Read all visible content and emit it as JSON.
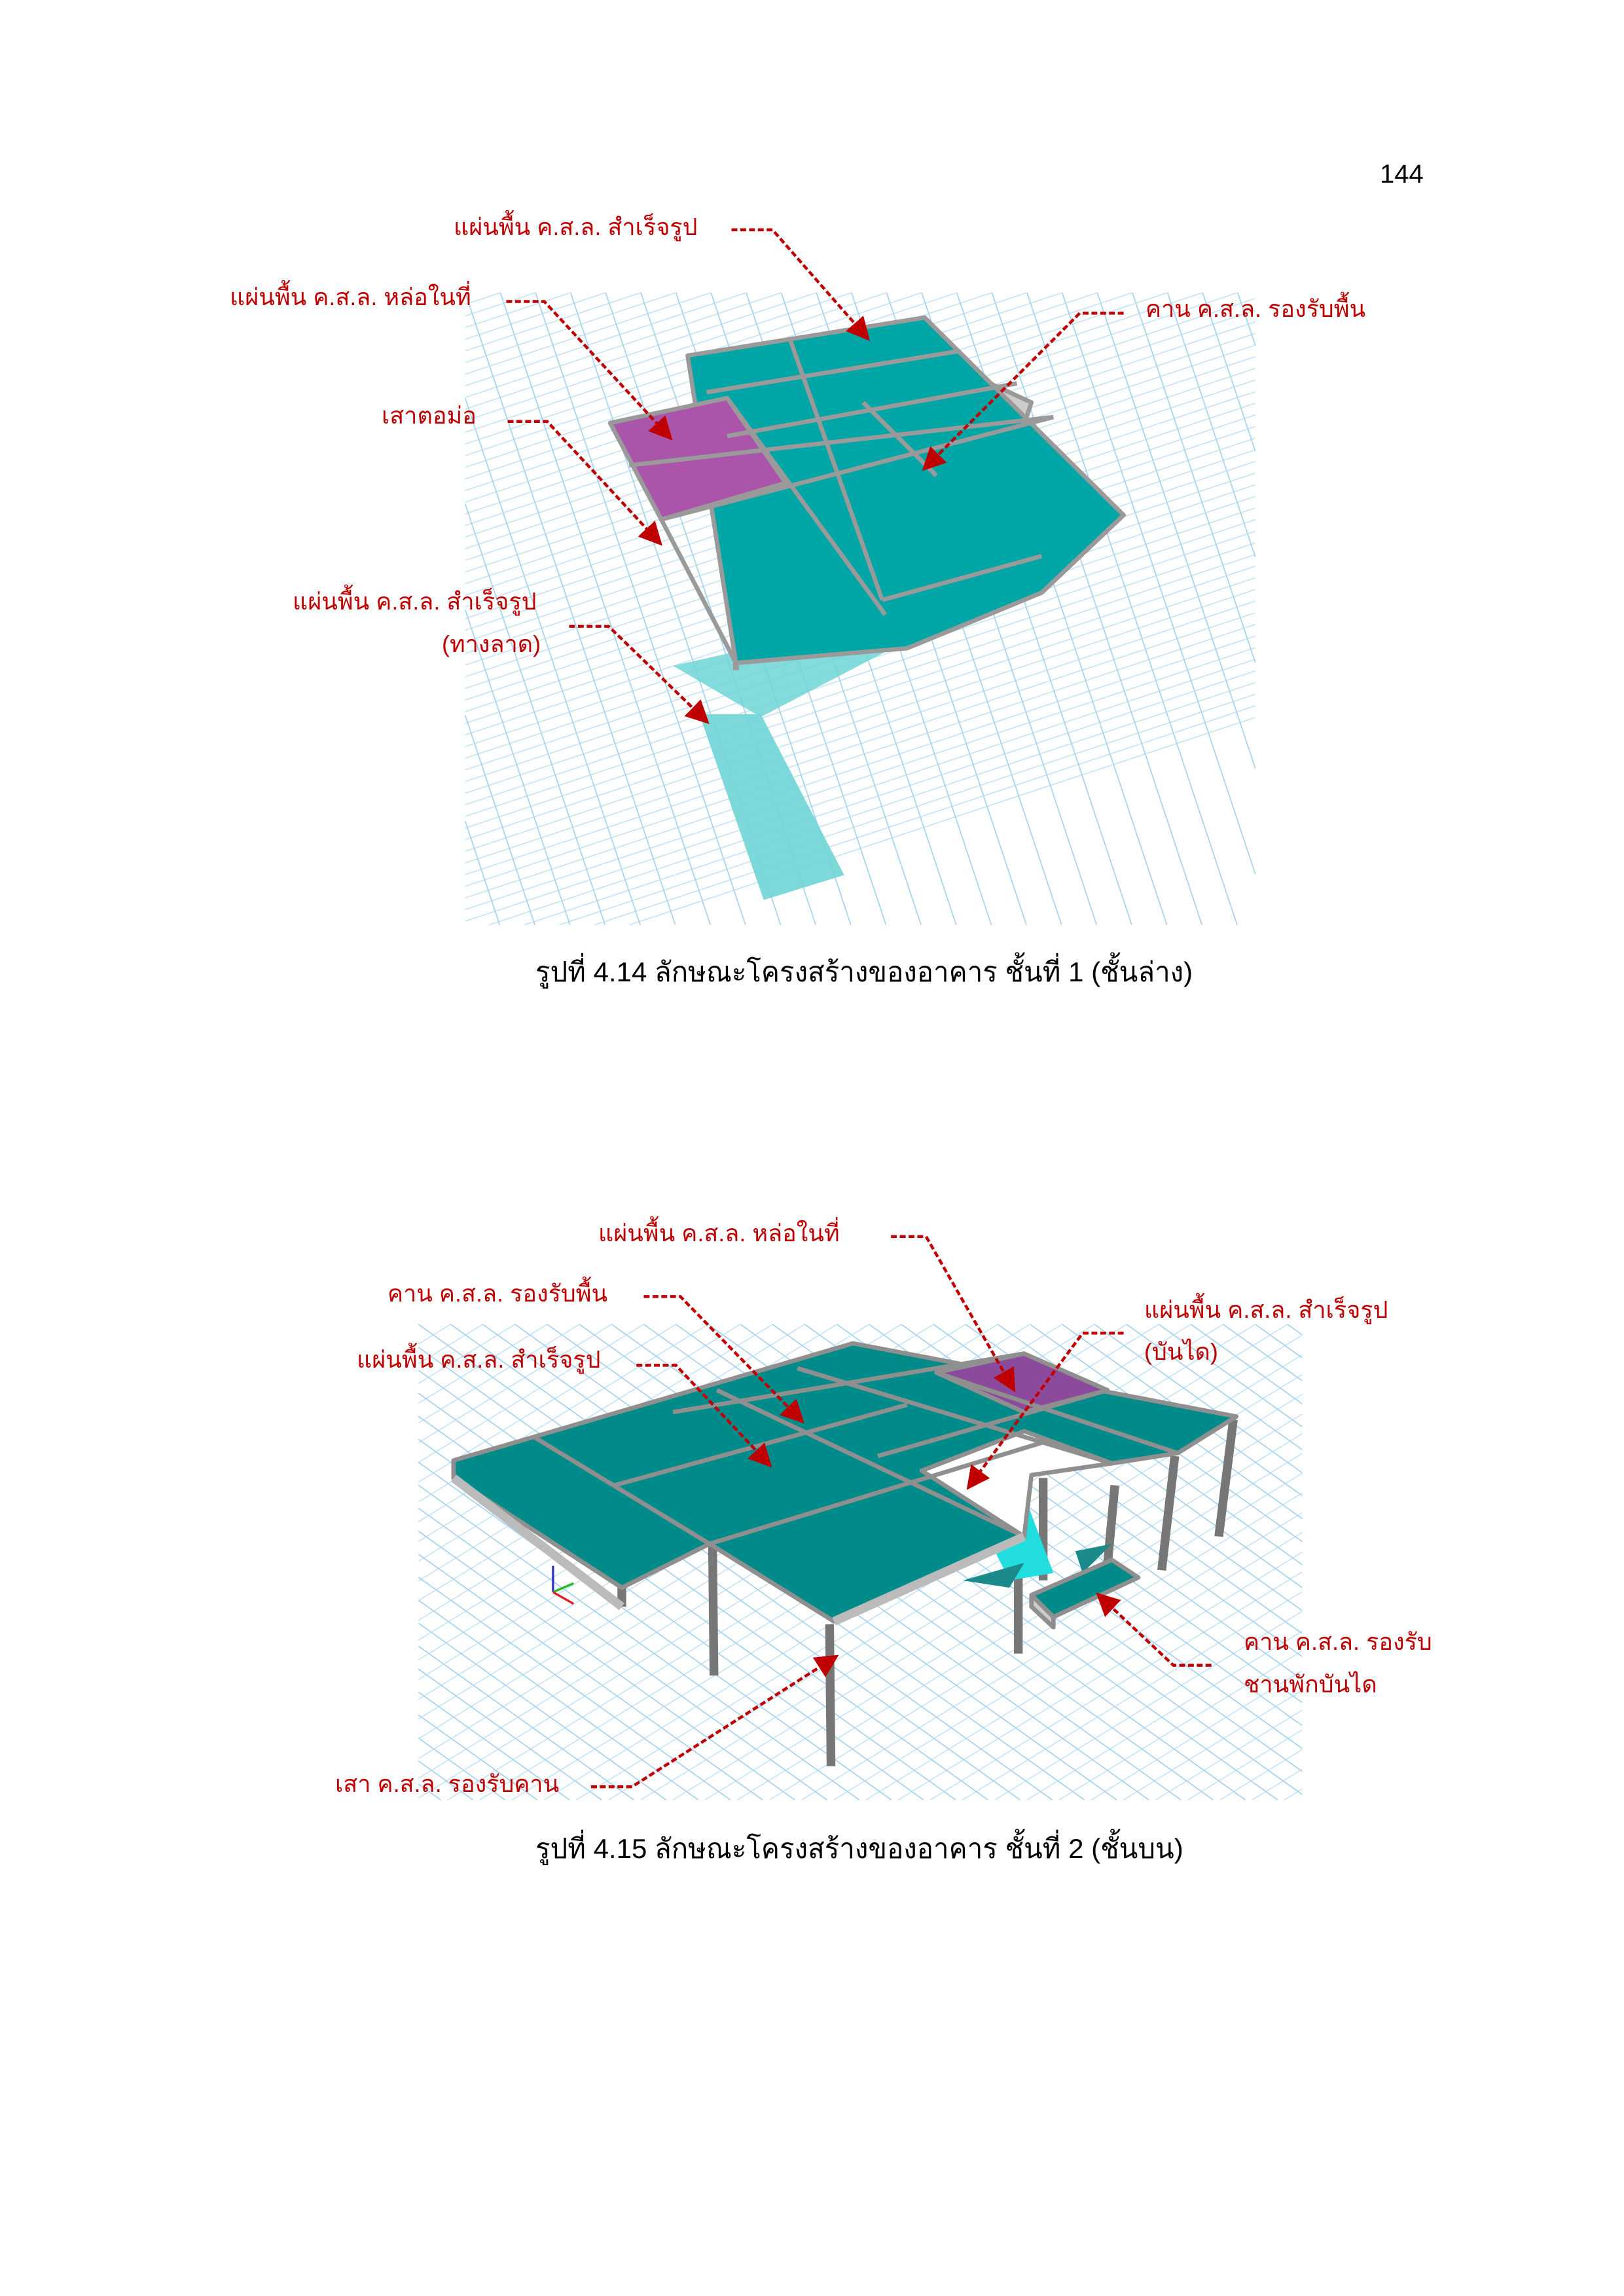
{
  "page_number": "144",
  "figure_1": {
    "caption": "รูปที่ 4.14  ลักษณะโครงสร้างของอาคาร ชั้นที่ 1 (ชั้นล่าง)",
    "labels": {
      "precast_slab": "แผ่นพื้น ค.ส.ล. สำเร็จรูป",
      "cast_in_place_slab": "แผ่นพื้น ค.ส.ล. หล่อในที่",
      "stub_column": "เสาตอม่อ",
      "ramp_slab_line1": "แผ่นพื้น ค.ส.ล. สำเร็จรูป",
      "ramp_slab_line2": "(ทางลาด)",
      "floor_beam": "คาน ค.ส.ล. รองรับพื้น"
    }
  },
  "figure_2": {
    "caption": "รูปที่ 4.15  ลักษณะโครงสร้างของอาคาร ชั้นที่ 2 (ชั้นบน)",
    "labels": {
      "cast_in_place_slab": "แผ่นพื้น ค.ส.ล. หล่อในที่",
      "floor_beam": "คาน ค.ส.ล. รองรับพื้น",
      "precast_slab": "แผ่นพื้น ค.ส.ล. สำเร็จรูป",
      "stair_slab_line1": "แผ่นพื้น ค.ส.ล. สำเร็จรูป",
      "stair_slab_line2": "(บันได)",
      "landing_beam_line1": "คาน ค.ส.ล. รองรับ",
      "landing_beam_line2": "ชานพักบันได",
      "beam_column": "เสา ค.ส.ล. รองรับคาน"
    }
  },
  "colors": {
    "label": "#c00000",
    "slab": "#00a5a5",
    "slab_cip": "#aa55aa",
    "ramp": "#6fd5d5",
    "grid": "#a8d4f0"
  }
}
